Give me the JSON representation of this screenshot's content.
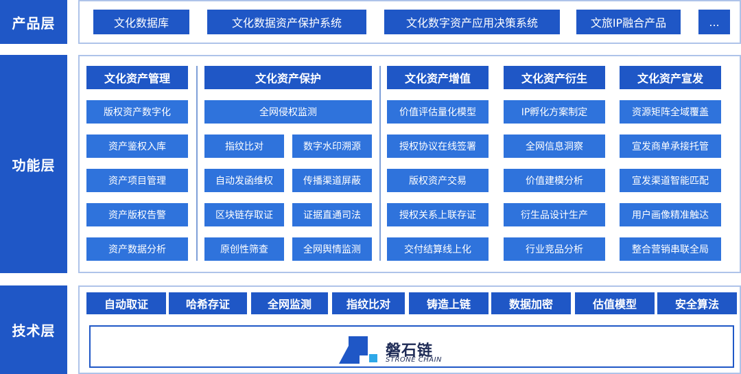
{
  "layers": {
    "product": "产品层",
    "function": "功能层",
    "tech": "技术层"
  },
  "products": [
    "文化数据库",
    "文化数据资产保护系统",
    "文化数字资产应用决策系统",
    "文旅IP融合产品",
    "..."
  ],
  "function_columns": [
    {
      "title": "文化资产管理",
      "items": [
        "版权资产数字化",
        "资产鉴权入库",
        "资产项目管理",
        "资产版权告警",
        "资产数据分析"
      ]
    },
    {
      "title": "文化资产保护",
      "top_item": "全网侵权监测",
      "items": [
        "指纹比对",
        "数字水印溯源",
        "自动发函维权",
        "传播渠道屏蔽",
        "区块链存取证",
        "证据直通司法",
        "原创性筛查",
        "全网舆情监测"
      ]
    },
    {
      "title": "文化资产增值",
      "items": [
        "价值评估量化模型",
        "授权协议在线签署",
        "版权资产交易",
        "授权关系上联存证",
        "交付结算线上化"
      ]
    },
    {
      "title": "文化资产衍生",
      "items": [
        "IP孵化方案制定",
        "全网信息洞察",
        "价值建模分析",
        "衍生品设计生产",
        "行业竞品分析"
      ]
    },
    {
      "title": "文化资产宣发",
      "items": [
        "资源矩阵全域覆盖",
        "宣发商单承接托管",
        "宣发渠道智能匹配",
        "用户画像精准触达",
        "整合营销串联全局"
      ]
    }
  ],
  "tech_items": [
    "自动取证",
    "哈希存证",
    "全网监测",
    "指纹比对",
    "铸造上链",
    "数据加密",
    "估值模型",
    "安全算法"
  ],
  "brand": {
    "name_cn": "磐石链",
    "name_en": "STRONE CHAIN",
    "logo_icon": "strone-chain-logo-icon"
  },
  "colors": {
    "dark_blue": "#1f57c6",
    "cell_blue": "#2f73dc",
    "border": "#aec3e9"
  }
}
